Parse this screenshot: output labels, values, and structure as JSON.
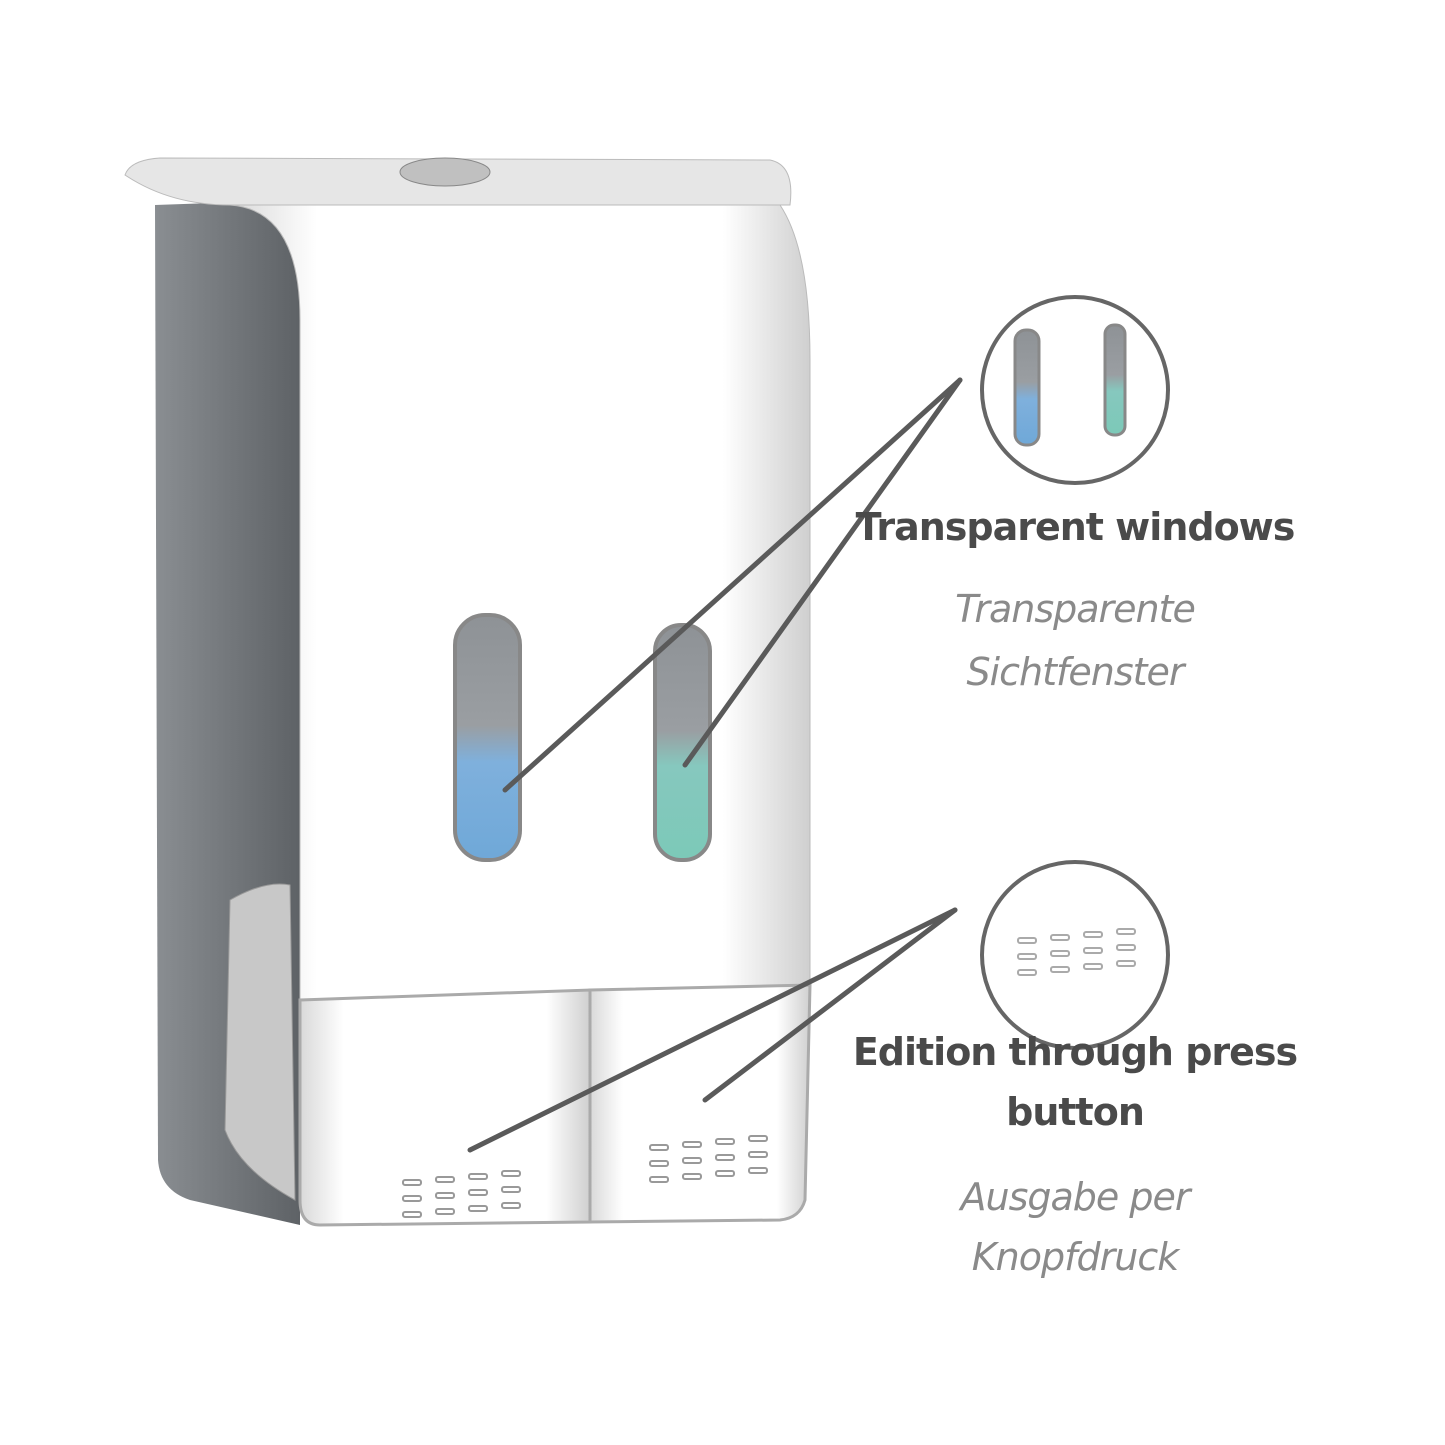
{
  "callouts": [
    {
      "title": "Transparent windows",
      "subtitle_lines": [
        "Transparente",
        "Sichtfenster"
      ]
    },
    {
      "title_lines": [
        "Edition through press",
        "button"
      ],
      "subtitle_lines": [
        "Ausgabe per",
        "Knopfdruck"
      ]
    }
  ],
  "colors": {
    "line": "#5a5a5a",
    "title": "#4a4a4a",
    "subtitle": "#8a8a8a",
    "soap_blue": "#6fa8d8",
    "soap_green": "#7cc9b8"
  }
}
